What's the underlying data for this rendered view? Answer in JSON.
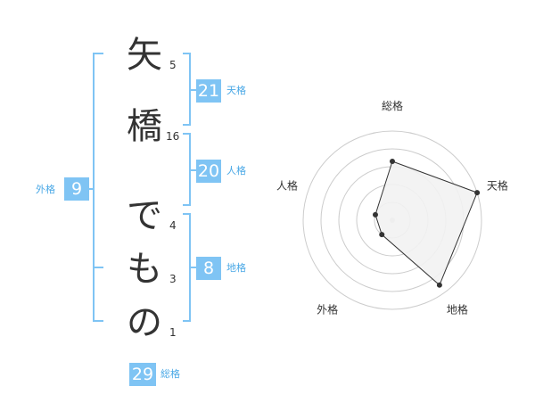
{
  "name": {
    "chars": [
      "矢",
      "橋",
      "で",
      "も",
      "の"
    ],
    "strokes": [
      "5",
      "16",
      "4",
      "3",
      "1"
    ]
  },
  "fortune": {
    "tenkaku": {
      "value": "21",
      "label": "天格"
    },
    "jinkaku": {
      "value": "20",
      "label": "人格"
    },
    "chikaku": {
      "value": "8",
      "label": "地格"
    },
    "gaikaku": {
      "value": "9",
      "label": "外格"
    },
    "soukaku": {
      "value": "29",
      "label": "総格"
    }
  },
  "chart_data": {
    "type": "radar",
    "axes": [
      "総格",
      "天格",
      "地格",
      "外格",
      "人格"
    ],
    "values": [
      3.3,
      5,
      4.5,
      1,
      1
    ],
    "max": 5,
    "rings": 5,
    "colors": {
      "fill": "#f2f2f2",
      "stroke": "#333333",
      "grid": "#cccccc"
    }
  }
}
